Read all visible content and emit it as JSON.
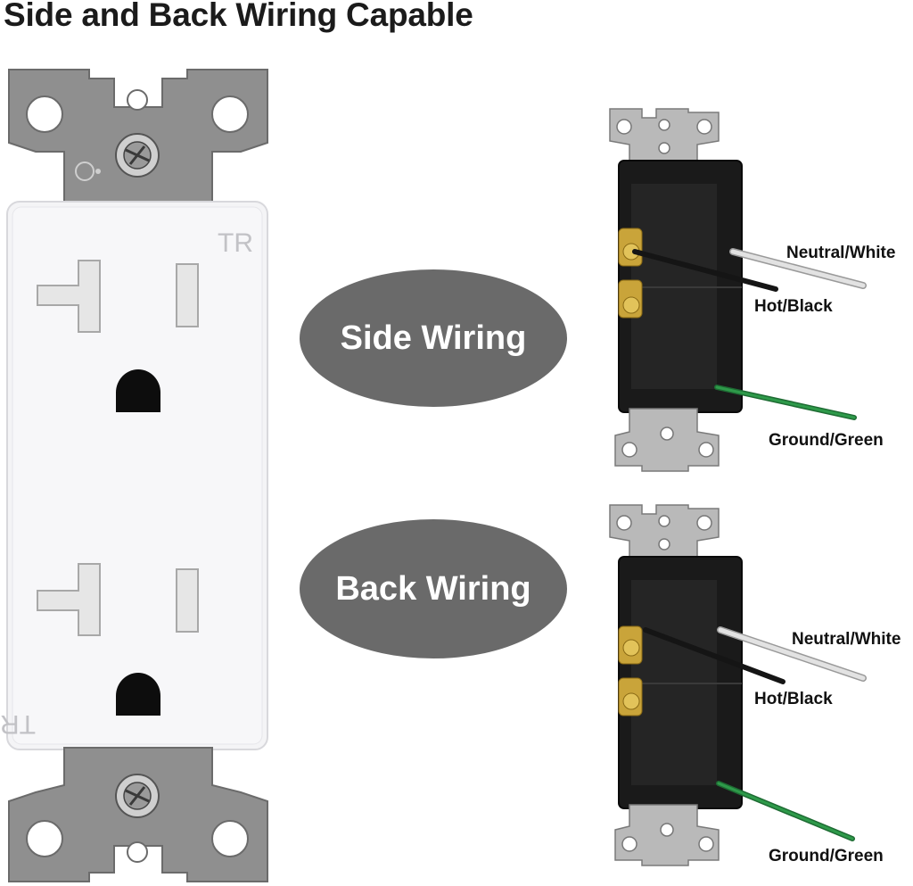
{
  "title": "Side and Back Wiring Capable",
  "outlet": {
    "face_marking_top": "TR",
    "face_marking_bottom": "TR"
  },
  "side_wiring": {
    "label": "Side Wiring",
    "neutral": "Neutral/White",
    "hot": "Hot/Black",
    "ground": "Ground/Green"
  },
  "back_wiring": {
    "label": "Back Wiring",
    "neutral": "Neutral/White",
    "hot": "Hot/Black",
    "ground": "Ground/Green"
  },
  "colors": {
    "pill": "#6a6a6a",
    "strap": "#8e8e8e",
    "face": "#f4f4f6",
    "body": "#1a1a1a",
    "brass": "#c9a43a",
    "neutral_wire": "#e2e2e2",
    "hot_wire": "#151515",
    "ground_wire": "#2e9a4a"
  }
}
